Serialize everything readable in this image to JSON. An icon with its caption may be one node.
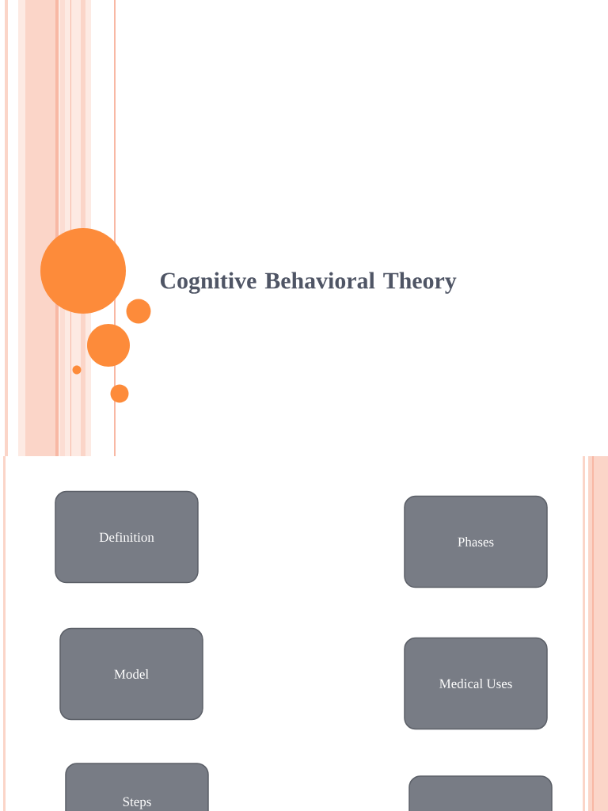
{
  "diagram": {
    "title": "Cognitive Behavioral Theory",
    "nodes": [
      {
        "text": [
          "Definition"
        ]
      },
      {
        "text": [
          "Phases"
        ]
      },
      {
        "text": [
          "Model"
        ]
      },
      {
        "text": [
          "Medical Uses"
        ]
      },
      {
        "text": [
          "Steps"
        ]
      },
      {
        "text": [],
        "shape": "box"
      }
    ]
  }
}
